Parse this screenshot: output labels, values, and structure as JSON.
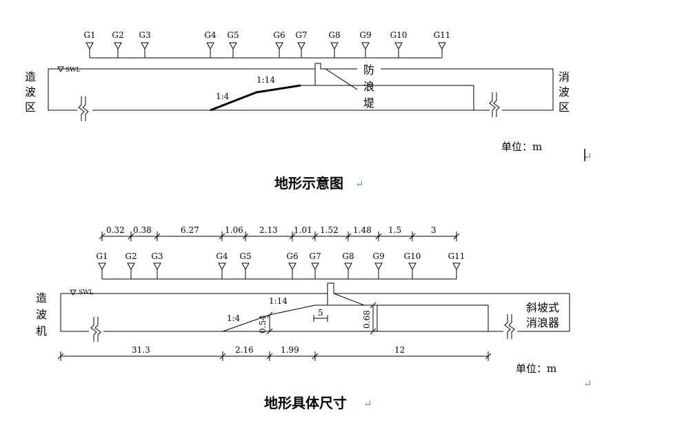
{
  "diagram1": {
    "gauges": [
      "G1",
      "G2",
      "G3",
      "G4",
      "G5",
      "G6",
      "G7",
      "G8",
      "G9",
      "G10",
      "G11"
    ],
    "swl": "SWL",
    "left_zone": [
      "造",
      "波",
      "区"
    ],
    "right_zone": [
      "消",
      "波",
      "区"
    ],
    "breakwater": [
      "防",
      "浪",
      "堤"
    ],
    "slope_lower": "1:4",
    "slope_upper": "1:14",
    "unit": "单位：m",
    "title": "地形示意图"
  },
  "diagram2": {
    "spacings": [
      "0.32",
      "0.38",
      "6.27",
      "1.06",
      "2.13",
      "1.01",
      "1.52",
      "1.48",
      "1.5",
      "3"
    ],
    "gauges": [
      "G1",
      "G2",
      "G3",
      "G4",
      "G5",
      "G6",
      "G7",
      "G8",
      "G9",
      "G10",
      "G11"
    ],
    "swl": "SWL",
    "left_zone": [
      "造",
      "波",
      "机"
    ],
    "right_zone": [
      "斜坡式",
      "消浪器"
    ],
    "slope_lower": "1:4",
    "slope_upper": "1:14",
    "dim_054": "0.54",
    "dim_5": "5",
    "dim_068": "0.68",
    "bottom_dims": [
      "31.3",
      "2.16",
      "1.99",
      "12"
    ],
    "unit": "单位：m",
    "title": "地形具体尺寸"
  },
  "return_mark": "↵"
}
